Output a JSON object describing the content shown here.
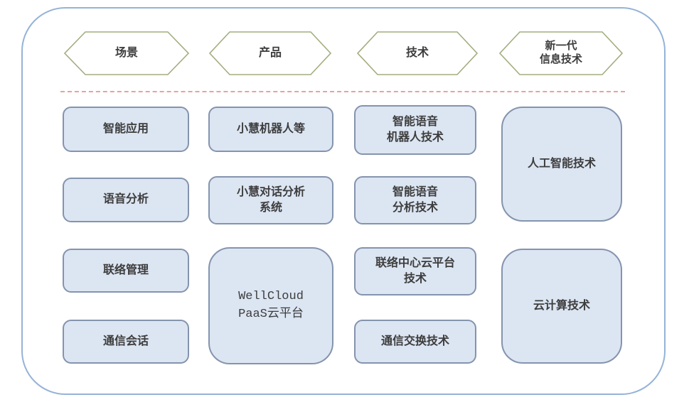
{
  "colors": {
    "frame_border": "#95b3d7",
    "hexagon_border": "#a2ad7e",
    "divider_dashed": "#e8a2a2",
    "box_fill": "#dce5f2",
    "box_border": "#8494ae",
    "text": "#3d3d3d"
  },
  "headers": [
    {
      "id": "scene",
      "label": "场景"
    },
    {
      "id": "product",
      "label": "产品"
    },
    {
      "id": "technology",
      "label": "技术"
    },
    {
      "id": "next-gen-it",
      "label": "新一代\n信息技术"
    }
  ],
  "columns": [
    {
      "header": "场景",
      "boxes": [
        {
          "label": "智能应用"
        },
        {
          "label": "语音分析"
        },
        {
          "label": "联络管理"
        },
        {
          "label": "通信会话"
        }
      ]
    },
    {
      "header": "产品",
      "boxes": [
        {
          "label": "小慧机器人等"
        },
        {
          "label": "小慧对话分析\n系统"
        },
        {
          "label": "WellCloud\nPaaS云平台"
        }
      ]
    },
    {
      "header": "技术",
      "boxes": [
        {
          "label": "智能语音\n机器人技术"
        },
        {
          "label": "智能语音\n分析技术"
        },
        {
          "label": "联络中心云平台\n技术"
        },
        {
          "label": "通信交换技术"
        }
      ]
    },
    {
      "header": "新一代信息技术",
      "boxes": [
        {
          "label": "人工智能技术"
        },
        {
          "label": "云计算技术"
        }
      ]
    }
  ]
}
